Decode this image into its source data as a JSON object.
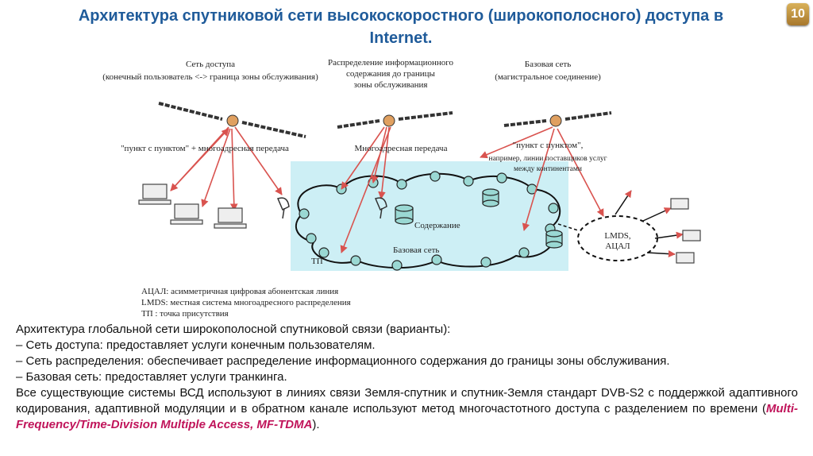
{
  "slide": {
    "title": "Архитектура спутниковой сети высокоскоростного (широкополосного) доступа в Internet.",
    "page_number": "10"
  },
  "diagram": {
    "labels": {
      "access_net": "Сеть доступа",
      "access_net_sub": "(конечный пользователь <-> граница зоны обслуживания)",
      "distribution": "Распределение информационного",
      "distribution_2": "содержания до границы",
      "distribution_3": "зоны обслуживания",
      "core_net": "Базовая сеть",
      "core_net_sub": "(магистральное соединение)",
      "p2p_multicast": "\"пункт с пунктом\" + многоадресная передача",
      "multicast": "Многоадресная передача",
      "p2p": "\"пункт с пунктом\",",
      "p2p_sub": "например, линии поставщиков услуг",
      "p2p_sub_2": "между континентами",
      "content": "Содержание",
      "core_in_cloud": "Базовая сеть",
      "tp": "ТП",
      "lmds": "LMDS,",
      "adsl": "АЦАЛ"
    },
    "legend": [
      "АЦАЛ: асимметричная цифровая абонентская линия",
      "LMDS: местная система многоадресного распределения",
      "ТП     : точка присутствия"
    ]
  },
  "body": {
    "line1": "Архитектура глобальной сети широкополосной спутниковой связи (варианты):",
    "line2": "– Сеть доступа: предоставляет услуги конечным пользователям.",
    "line3": "– Сеть распределения: обеспечивает распределение информационного содержания до границы зоны обслуживания.",
    "line4": "– Базовая сеть: предоставляет услуги транкинга.",
    "para": "Все существующие системы ВСД используют в линиях связи Земля-спутник и спутник-Земля стандарт DVB-S2 с поддержкой адаптивного кодирования, адаптивной модуляции и в обратном канале используют метод многочастотного доступа с разделением по времени (",
    "para_highlight": "Multi-Frequency/Time-Division Multiple Access, MF-TDMA",
    "para_end": ")."
  },
  "colors": {
    "title": "#1f5b9a",
    "highlight": "#c0145a",
    "arrow": "#d9534f",
    "water": "#cdeff5"
  }
}
